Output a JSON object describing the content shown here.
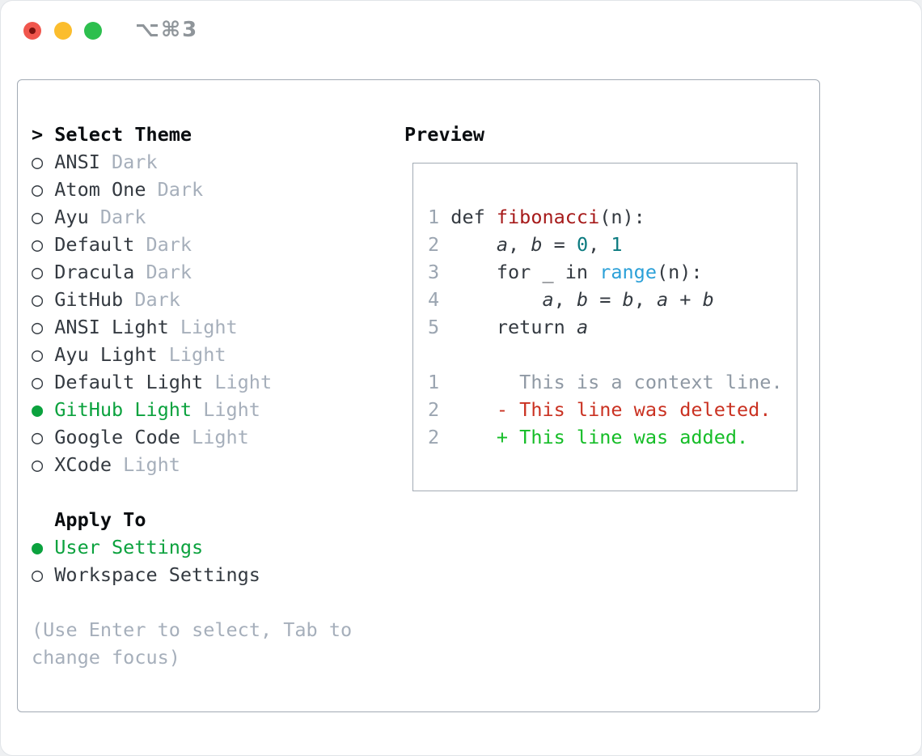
{
  "window": {
    "shortcut": "⌥⌘3"
  },
  "markers": {
    "header": ">",
    "selected": "●",
    "unselected": "○"
  },
  "theme_panel": {
    "title": "Select Theme",
    "themes": [
      {
        "name": "ANSI",
        "tag": "Dark",
        "selected": false
      },
      {
        "name": "Atom One",
        "tag": "Dark",
        "selected": false
      },
      {
        "name": "Ayu",
        "tag": "Dark",
        "selected": false
      },
      {
        "name": "Default",
        "tag": "Dark",
        "selected": false
      },
      {
        "name": "Dracula",
        "tag": "Dark",
        "selected": false
      },
      {
        "name": "GitHub",
        "tag": "Dark",
        "selected": false
      },
      {
        "name": "ANSI Light",
        "tag": "Light",
        "selected": false
      },
      {
        "name": "Ayu Light",
        "tag": "Light",
        "selected": false
      },
      {
        "name": "Default Light",
        "tag": "Light",
        "selected": false
      },
      {
        "name": "GitHub Light",
        "tag": "Light",
        "selected": true
      },
      {
        "name": "Google Code",
        "tag": "Light",
        "selected": false
      },
      {
        "name": "XCode",
        "tag": "Light",
        "selected": false
      }
    ],
    "apply_to": {
      "title": "Apply To",
      "options": [
        {
          "name": "User Settings",
          "selected": true
        },
        {
          "name": "Workspace Settings",
          "selected": false
        }
      ]
    },
    "hint": {
      "line1": "(Use Enter to select, Tab to",
      "line2": "change focus)"
    }
  },
  "preview": {
    "title": "Preview",
    "code": [
      {
        "num": "1",
        "tokens": [
          {
            "text": "def ",
            "style": "plain"
          },
          {
            "text": "fibonacci",
            "style": "func"
          },
          {
            "text": "(n):",
            "style": "plain"
          }
        ]
      },
      {
        "num": "2",
        "tokens": [
          {
            "text": "    ",
            "style": "plain"
          },
          {
            "text": "a",
            "style": "var"
          },
          {
            "text": ", ",
            "style": "plain"
          },
          {
            "text": "b",
            "style": "var"
          },
          {
            "text": " = ",
            "style": "plain"
          },
          {
            "text": "0",
            "style": "num"
          },
          {
            "text": ", ",
            "style": "plain"
          },
          {
            "text": "1",
            "style": "num"
          }
        ]
      },
      {
        "num": "3",
        "tokens": [
          {
            "text": "    for _ in ",
            "style": "plain"
          },
          {
            "text": "range",
            "style": "builtin"
          },
          {
            "text": "(n):",
            "style": "plain"
          }
        ]
      },
      {
        "num": "4",
        "tokens": [
          {
            "text": "        ",
            "style": "plain"
          },
          {
            "text": "a",
            "style": "var"
          },
          {
            "text": ", ",
            "style": "plain"
          },
          {
            "text": "b",
            "style": "var"
          },
          {
            "text": " = ",
            "style": "plain"
          },
          {
            "text": "b",
            "style": "var"
          },
          {
            "text": ", ",
            "style": "plain"
          },
          {
            "text": "a",
            "style": "var"
          },
          {
            "text": " + ",
            "style": "plain"
          },
          {
            "text": "b",
            "style": "var"
          }
        ]
      },
      {
        "num": "5",
        "tokens": [
          {
            "text": "    return ",
            "style": "plain"
          },
          {
            "text": "a",
            "style": "var"
          }
        ]
      }
    ],
    "diff": [
      {
        "num": "1",
        "kind": "context",
        "text": "      This is a context line."
      },
      {
        "num": "2",
        "kind": "deleted",
        "text": "    - This line was deleted."
      },
      {
        "num": "2",
        "kind": "added",
        "text": "    + This line was added."
      }
    ]
  },
  "colors": {
    "selected_green": "#0ba23e",
    "diff_added_green": "#15bd27",
    "diff_deleted_red": "#ca3222",
    "function_red": "#a61a1a",
    "number_teal": "#0c7b80",
    "builtin_blue": "#2ba0d8",
    "text_dark": "#343a41",
    "muted_gray": "#a6afbb",
    "traffic_red": "#f0564d",
    "traffic_yellow": "#fbbd2d",
    "traffic_green": "#2dbf4e"
  }
}
